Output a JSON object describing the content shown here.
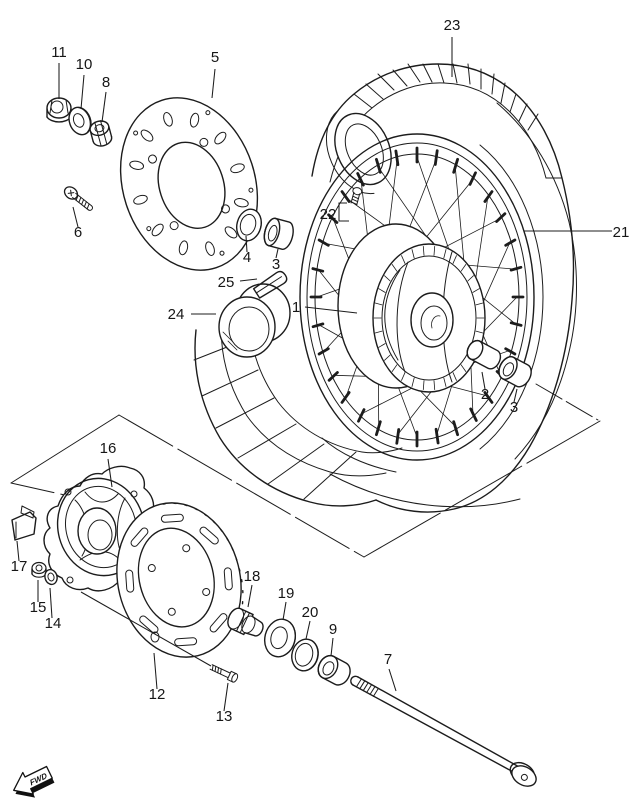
{
  "diagram": {
    "background": "#ffffff",
    "line_color": "#1c1c1c",
    "fwd_label": "FWD",
    "callouts": {
      "c1": "1",
      "c2": "2",
      "c3_right": "3",
      "c3_left": "3",
      "c4": "4",
      "c5": "5",
      "c6": "6",
      "c7": "7",
      "c8": "8",
      "c9": "9",
      "c10": "10",
      "c11": "11",
      "c12": "12",
      "c13": "13",
      "c14": "14",
      "c15": "15",
      "c16": "16",
      "c17": "17",
      "c18": "18",
      "c19": "19",
      "c20": "20",
      "c21": "21",
      "c22": "22",
      "c23": "23",
      "c24": "24",
      "c25": "25"
    }
  }
}
